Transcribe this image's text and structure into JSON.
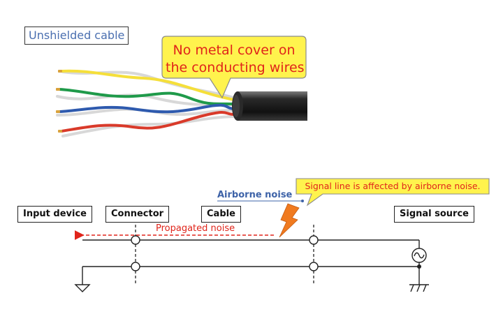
{
  "cable_title": "Unshielded cable",
  "cable_callout": [
    "No metal cover on",
    "the conducting wires"
  ],
  "labels": {
    "input_device": "Input device",
    "connector": "Connector",
    "cable": "Cable",
    "signal_source": "Signal source"
  },
  "signal_callout": "Signal line is affected by airborne noise.",
  "airborne_noise": "Airborne noise",
  "propagated_noise": "Propagated noise",
  "colors": {
    "title_text": "#4a6fb0",
    "callout_fill": "#fff34d",
    "callout_text": "#e0241a",
    "airborne_text": "#3e63a8",
    "noise_arrow": "#e0241a",
    "lightning": "#f07a1f",
    "jacket": "#1b1b1b",
    "wire_yellow": "#f5df3a",
    "wire_green": "#1f9a4a",
    "wire_blue": "#2e5aae",
    "wire_red": "#d93a2a",
    "wire_white": "#d6d6d6"
  }
}
